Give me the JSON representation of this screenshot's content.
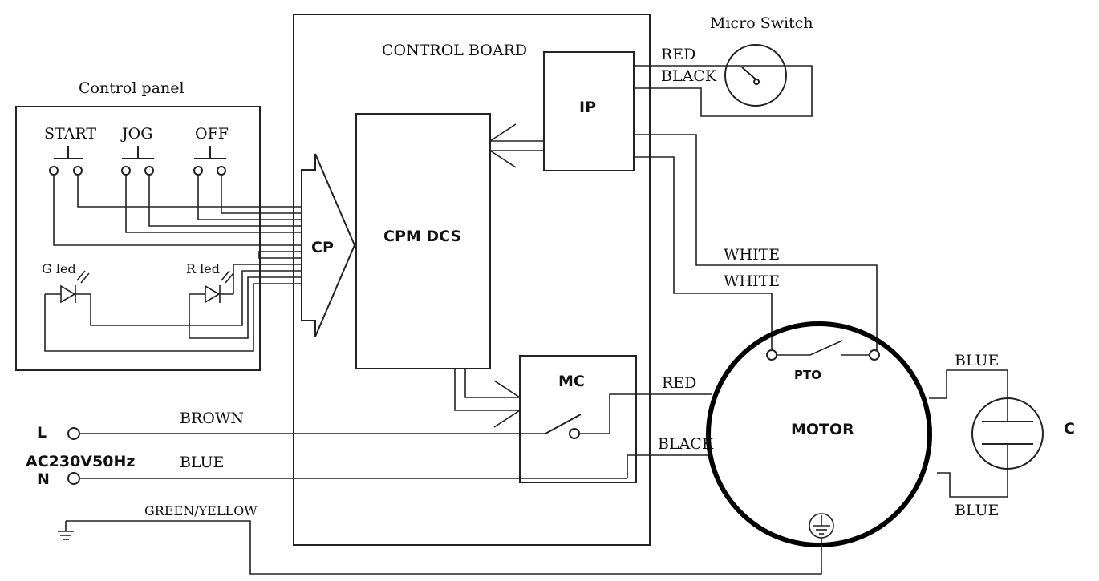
{
  "labels": {
    "control_board": "CONTROL BOARD",
    "control_panel": "Control panel",
    "micro_switch": "Micro Switch",
    "start": "START",
    "jog": "JOG",
    "off": "OFF",
    "g_led": "G led",
    "r_led": "R led",
    "cp": "CP",
    "cpm_dcs": "CPM DCS",
    "ip": "IP",
    "mc": "MC",
    "motor": "MOTOR",
    "pto": "PTO",
    "capacitor": "C",
    "l_terminal": "L",
    "n_terminal": "N",
    "supply": "AC230V50Hz"
  },
  "wires": {
    "red_switch": "RED",
    "black_switch": "BLACK",
    "white_1": "WHITE",
    "white_2": "WHITE",
    "red_motor": "RED",
    "black_motor": "BLACK",
    "brown": "BROWN",
    "blue_supply": "BLUE",
    "blue_cap_top": "BLUE",
    "blue_cap_bottom": "BLUE",
    "ground": "GREEN/YELLOW"
  }
}
